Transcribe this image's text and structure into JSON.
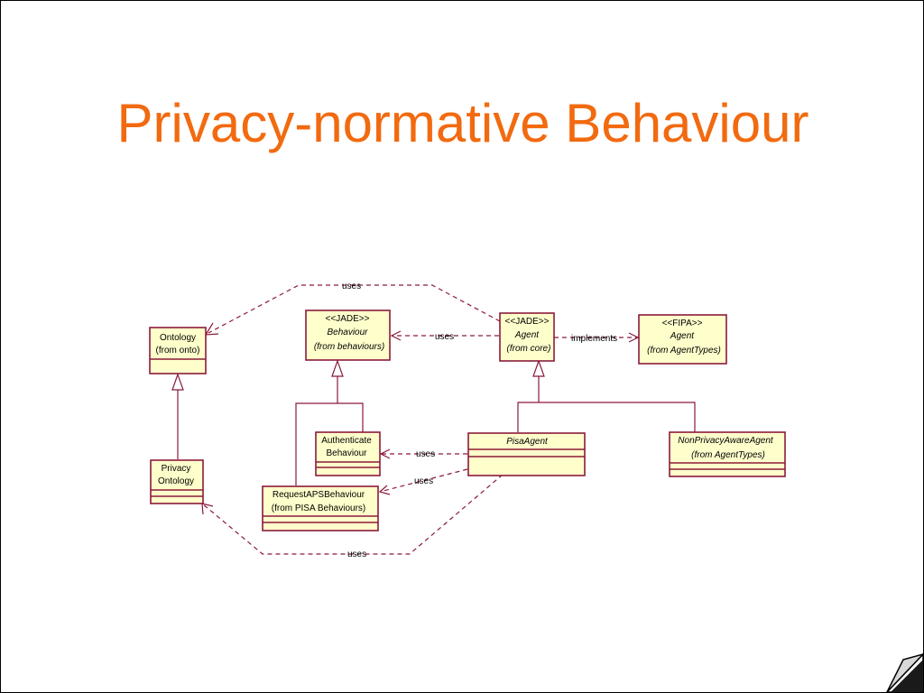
{
  "slide": {
    "title": "Privacy-normative Behaviour"
  },
  "diagram": {
    "ontology": {
      "line1": "Ontology",
      "line2": "(from onto)"
    },
    "behaviour": {
      "stereo": "<<JADE>>",
      "name": "Behaviour",
      "from": "(from behaviours)"
    },
    "jade_agent": {
      "stereo": "<<JADE>>",
      "name": "Agent",
      "from": "(from core)"
    },
    "fipa_agent": {
      "stereo": "<<FIPA>>",
      "name": "Agent",
      "from": "(from AgentTypes)"
    },
    "authenticate": {
      "line1": "Authenticate",
      "line2": "Behaviour"
    },
    "pisa_agent": {
      "name": "PisaAgent"
    },
    "non_privacy": {
      "name": "NonPrivacyAwareAgent",
      "from": "(from AgentTypes)"
    },
    "privacy_ontology": {
      "line1": "Privacy",
      "line2": "Ontology"
    },
    "request_aps": {
      "line1": "RequestAPSBehaviour",
      "line2": "(from PISA Behaviours)"
    },
    "labels": {
      "uses_top": "uses",
      "uses_agent_behaviour": "uses",
      "implements": "implements",
      "uses_auth": "uses",
      "uses_request": "uses",
      "uses_bottom": "uses"
    }
  }
}
